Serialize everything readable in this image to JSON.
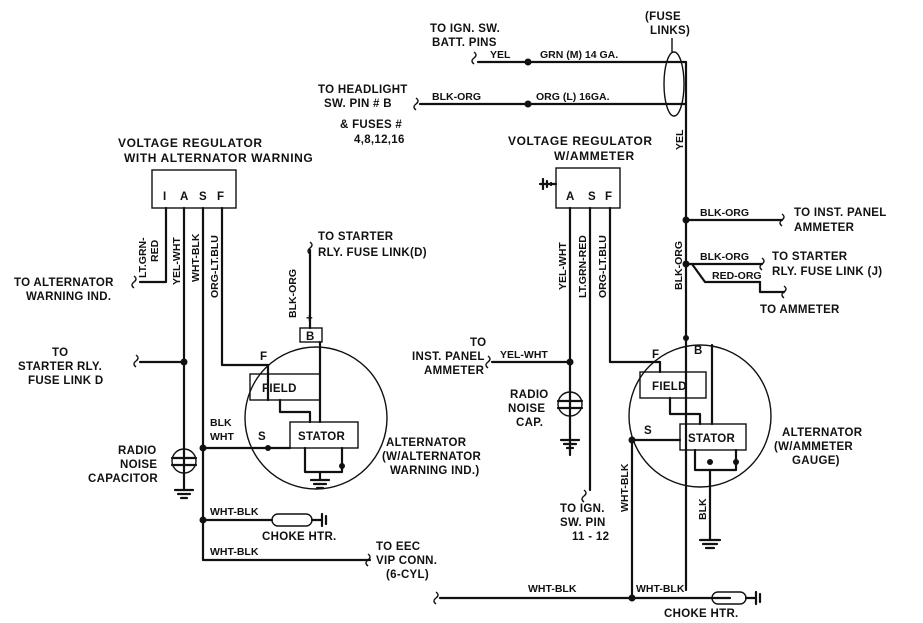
{
  "left": {
    "regulator": {
      "title_line1": "VOLTAGE REGULATOR",
      "title_line2": "WITH ALTERNATOR WARNING",
      "terminals": [
        "I",
        "A",
        "S",
        "F"
      ]
    },
    "wire_labels": {
      "lt_grn_red": "LT.GRN-",
      "red": "RED",
      "yel_wht": "YEL-WHT",
      "wht_blk": "WHT-BLK",
      "org_lt_blu": "ORG-LT.BLU",
      "blk_org": "BLK-ORG",
      "blk": "BLK",
      "wht": "WHT",
      "wht_blk_2": "WHT-BLK",
      "wht_blk_3": "WHT-BLK"
    },
    "labels": {
      "alt_warning_1": "TO ALTERNATOR",
      "alt_warning_2": "WARNING IND.",
      "starter_rly_1": "TO",
      "starter_rly_2": "STARTER RLY.",
      "starter_rly_3": "FUSE LINK D",
      "radio_1": "RADIO",
      "radio_2": "NOISE",
      "radio_3": "CAPACITOR",
      "to_starter_1": "TO STARTER",
      "to_starter_2": "RLY. FUSE LINK(D)",
      "choke": "CHOKE HTR.",
      "eec_1": "TO EEC",
      "eec_2": "VIP CONN.",
      "eec_3": "(6-CYL)"
    },
    "alternator": {
      "field": "FIELD",
      "stator": "STATOR",
      "f": "F",
      "b": "B",
      "s": "S",
      "plus": "+",
      "label_1": "ALTERNATOR",
      "label_2": "(W/ALTERNATOR",
      "label_3": "WARNING IND.)"
    }
  },
  "right": {
    "top": {
      "ign_1": "TO IGN. SW.",
      "ign_2": "BATT. PINS",
      "headlight_1": "TO HEADLIGHT",
      "headlight_2": "SW. PIN # B",
      "headlight_3": "& FUSES #",
      "headlight_4": "4,8,12,16",
      "fuse_1": "(FUSE",
      "fuse_2": "LINKS)"
    },
    "regulator": {
      "title_line1": "VOLTAGE REGULATOR",
      "title_line2": "W/AMMETER",
      "terminals": [
        "A",
        "S",
        "F"
      ]
    },
    "wire_labels": {
      "yel": "YEL",
      "grn": "GRN (M) 14 GA.",
      "blk_org_1": "BLK-ORG",
      "org": "ORG (L) 16GA.",
      "yel_2": "YEL",
      "yel_wht": "YEL-WHT",
      "lt_grn_red": "LT.GRN-RED",
      "org_lt_blu": "ORG-LT.BLU",
      "yel_wht_2": "YEL-WHT",
      "blk_org_2": "BLK-ORG",
      "blk_org_3": "BLK-ORG",
      "red_org": "RED-ORG",
      "blk_org_vert": "BLK-ORG",
      "wht_blk_1": "WHT-BLK",
      "blk": "BLK",
      "wht_blk_2": "WHT-BLK",
      "wht_blk_3": "WHT-BLK"
    },
    "labels": {
      "inst_1": "TO",
      "inst_2": "INST. PANEL",
      "inst_3": "AMMETER",
      "radio_1": "RADIO",
      "radio_2": "NOISE",
      "radio_3": "CAP.",
      "ign_1": "TO IGN.",
      "ign_2": "SW. PIN",
      "ign_3": "11 - 12",
      "panel_1": "TO INST. PANEL",
      "panel_2": "AMMETER",
      "starter_1": "TO STARTER",
      "starter_2": "RLY. FUSE LINK (J)",
      "ammeter": "TO AMMETER",
      "choke": "CHOKE HTR."
    },
    "alternator": {
      "field": "FIELD",
      "stator": "STATOR",
      "f": "F",
      "b": "B",
      "s": "S",
      "label_1": "ALTERNATOR",
      "label_2": "(W/AMMETER",
      "label_3": "GAUGE)"
    }
  }
}
